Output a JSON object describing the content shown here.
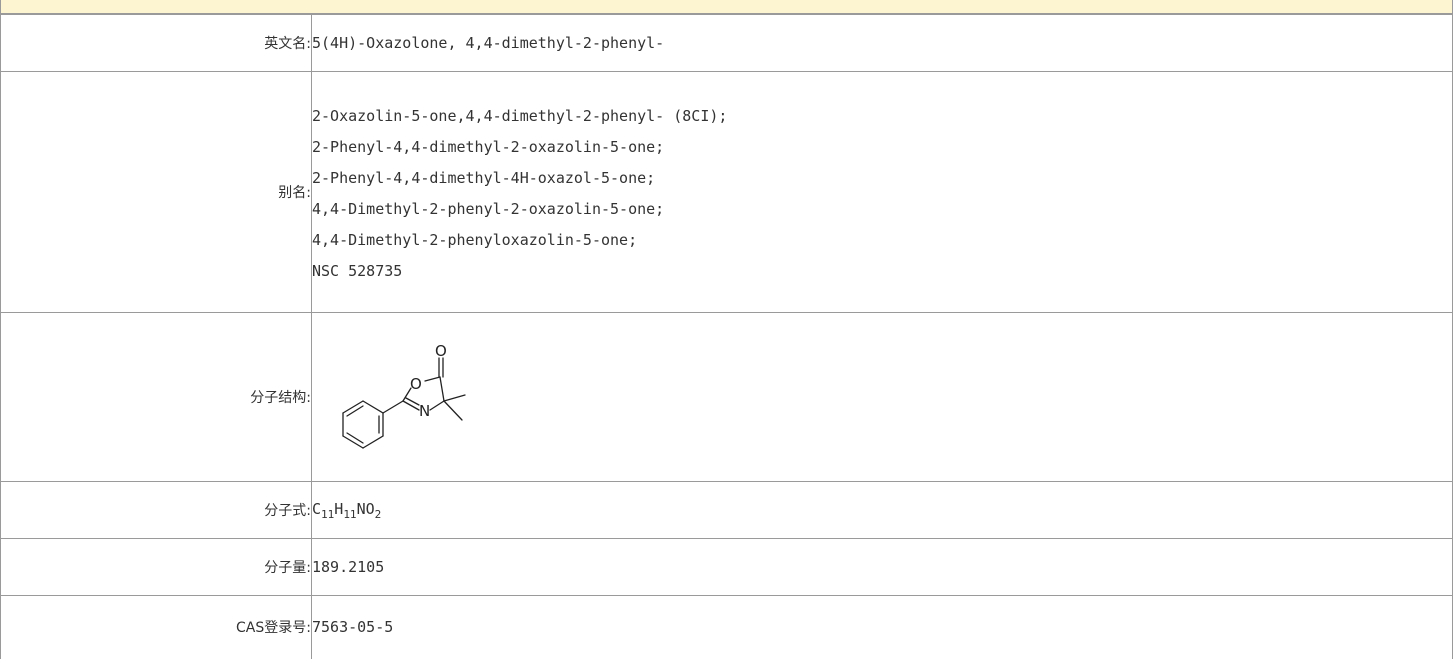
{
  "rows": {
    "english_name": {
      "label": "英文名:",
      "value": "5(4H)-Oxazolone, 4,4-dimethyl-2-phenyl-"
    },
    "synonyms": {
      "label": "别名:",
      "items": [
        "2-Oxazolin-5-one,4,4-dimethyl-2-phenyl- (8CI);",
        "2-Phenyl-4,4-dimethyl-2-oxazolin-5-one;",
        "2-Phenyl-4,4-dimethyl-4H-oxazol-5-one;",
        "4,4-Dimethyl-2-phenyl-2-oxazolin-5-one;",
        "4,4-Dimethyl-2-phenyloxazolin-5-one;",
        "NSC 528735"
      ]
    },
    "structure": {
      "label": "分子结构:",
      "atom_o": "O",
      "atom_o2": "O",
      "atom_n": "N"
    },
    "formula": {
      "label": "分子式:",
      "parts": {
        "c": "C",
        "c_count": "11",
        "h": "H",
        "h_count": "11",
        "rest": "NO",
        "o_count": "2"
      }
    },
    "molecular_weight": {
      "label": "分子量:",
      "value": "189.2105"
    },
    "cas": {
      "label": "CAS登录号:",
      "value": "7563-05-5"
    }
  }
}
